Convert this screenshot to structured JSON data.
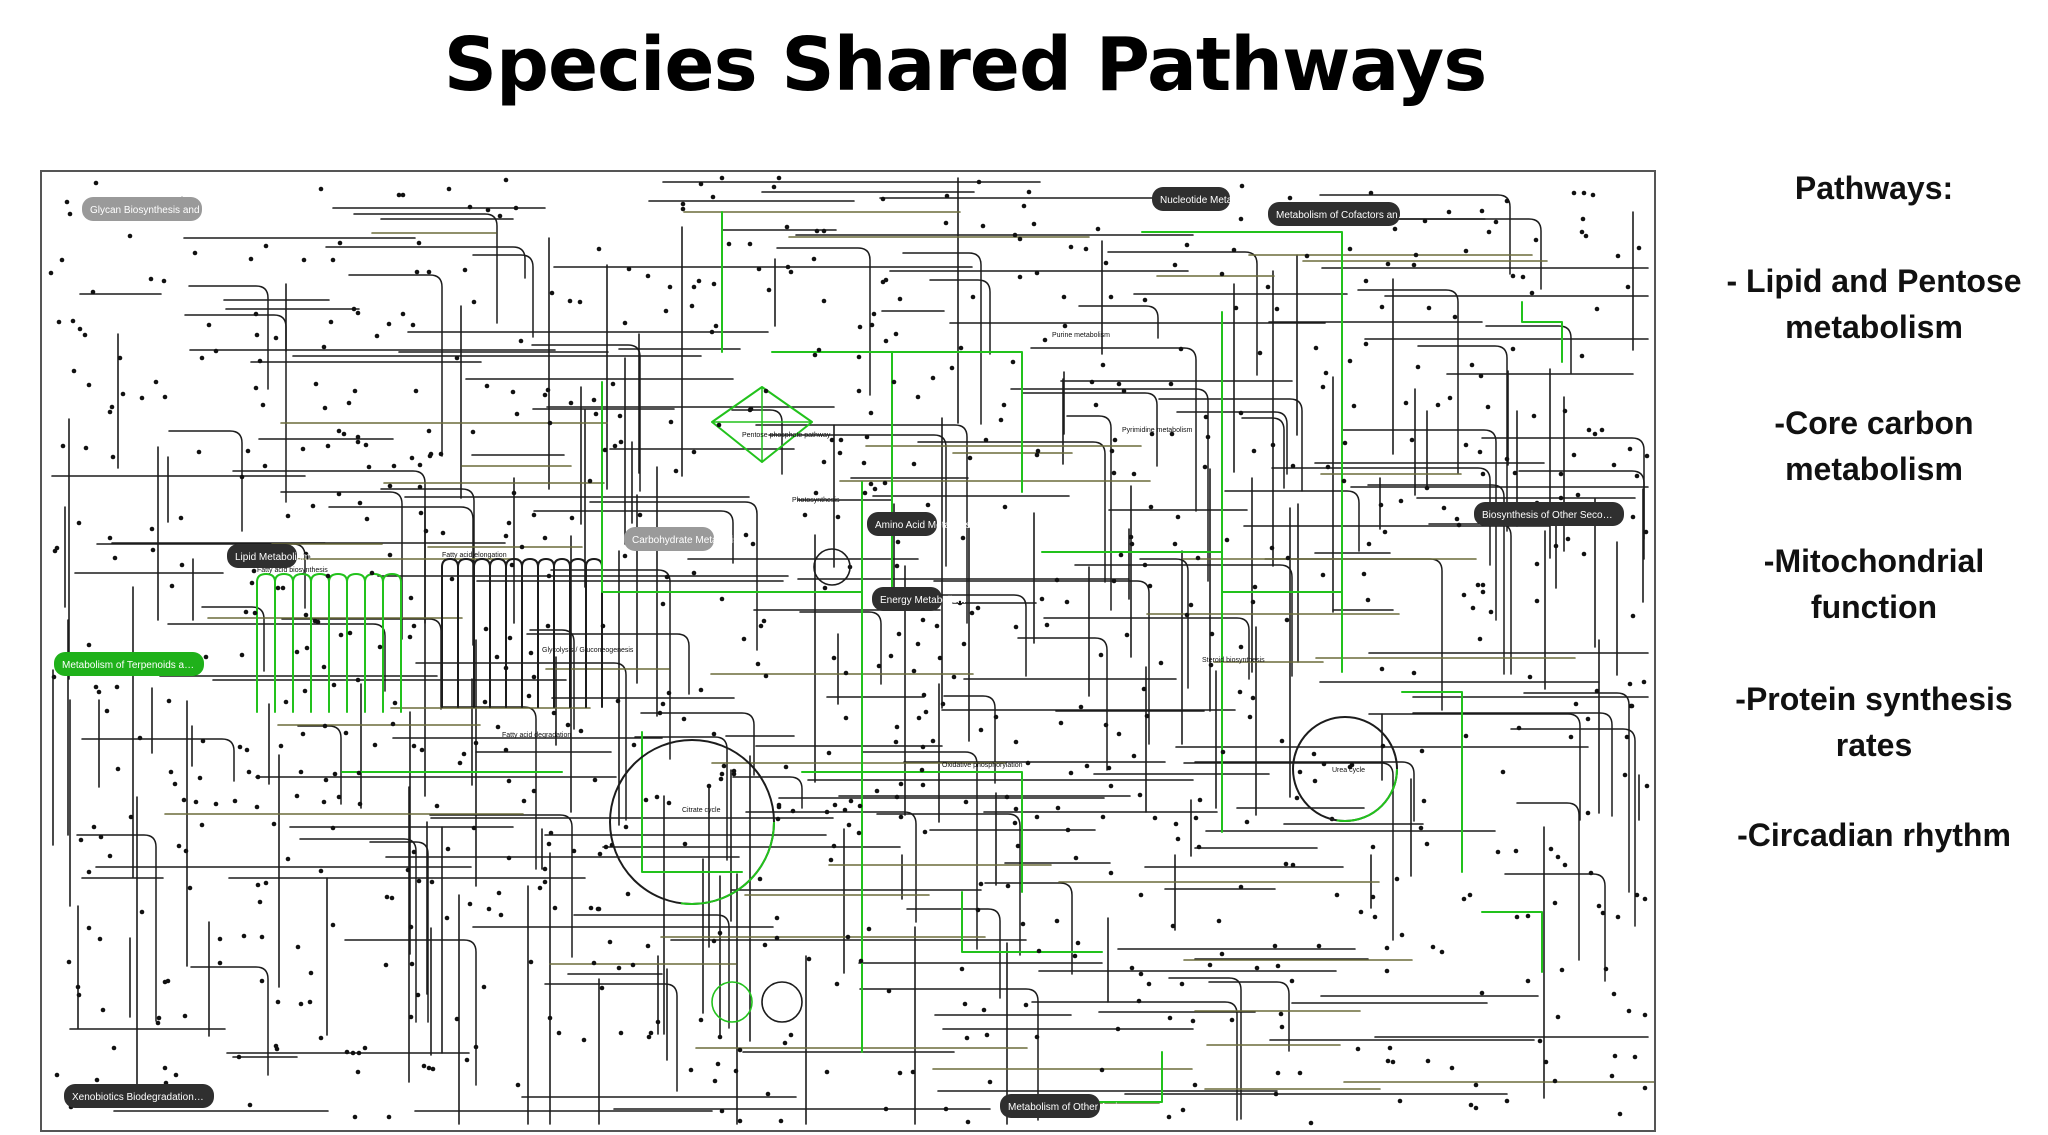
{
  "page": {
    "title": "Species Shared Pathways"
  },
  "sidebar": {
    "heading": "Pathways:",
    "items": [
      {
        "line1": "- Lipid and Pentose",
        "line2": "metabolism"
      },
      {
        "line1": "-Core carbon",
        "line2": "metabolism"
      },
      {
        "line1": "-Mitochondrial",
        "line2": "function"
      },
      {
        "line1": "-Protein synthesis",
        "line2": "rates"
      },
      {
        "line1": "-Circadian rhythm",
        "line2": ""
      }
    ]
  },
  "map": {
    "categories": [
      {
        "name": "Glycan Biosynthesis and Metabolism",
        "style": "gray"
      },
      {
        "name": "Nucleotide Metabolism",
        "style": "dark"
      },
      {
        "name": "Metabolism of Cofactors and Vitamins",
        "style": "dark"
      },
      {
        "name": "Lipid Metabolism",
        "style": "dark"
      },
      {
        "name": "Carbohydrate Metabolism",
        "style": "gray"
      },
      {
        "name": "Amino Acid Metabolism",
        "style": "dark"
      },
      {
        "name": "Energy Metabolism",
        "style": "dark"
      },
      {
        "name": "Biosynthesis of Other Secondary Metabolites",
        "style": "dark"
      },
      {
        "name": "Metabolism of Terpenoids and Polyketides",
        "style": "green"
      },
      {
        "name": "Xenobiotics Biodegradation and Metabolism",
        "style": "dark"
      },
      {
        "name": "Metabolism of Other Amino Acids",
        "style": "dark"
      }
    ],
    "pathway_labels": [
      "Pentose phosphate pathway",
      "Photosynthesis",
      "Fatty acid biosynthesis",
      "Fatty acid elongation",
      "Fatty acid degradation",
      "Oxidative phosphorylation",
      "Citrate cycle",
      "Glycolysis / Gluconeogenesis",
      "Steroid biosynthesis",
      "Purine metabolism",
      "Pyrimidine metabolism",
      "Urea cycle"
    ],
    "colors": {
      "highlight": "#22c21c",
      "line": "#1c1c1c",
      "node": "#111111",
      "olive": "#6b6b3a"
    }
  }
}
